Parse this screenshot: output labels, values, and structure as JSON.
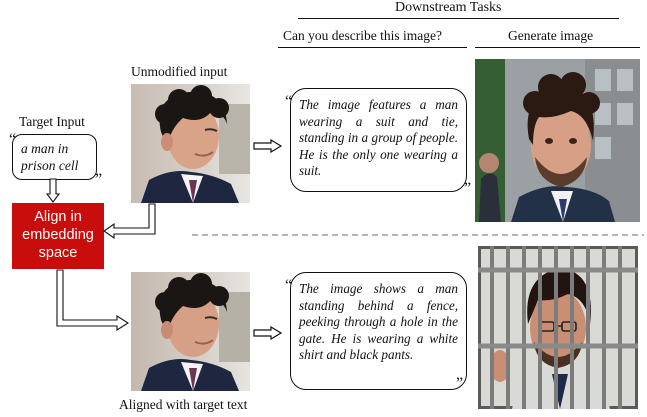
{
  "header": {
    "downstream_title": "Downstream Tasks",
    "describe_question": "Can you describe this image?",
    "generate_label": "Generate image"
  },
  "left": {
    "target_input_label": "Target Input",
    "target_input_text": "a man in prison cell",
    "align_box_text": "Align in embedding space"
  },
  "top": {
    "input_label": "Unmodified input",
    "caption": "The image features a man wearing a suit and tie, standing in a group of people. He is the only one wearing a suit."
  },
  "bottom": {
    "input_label": "Aligned with target text",
    "caption": "The image shows a man standing behind a fence, peeking through a hole in the gate. He is wearing a white shirt and black pants."
  },
  "colors": {
    "align_box": "#c90d0d",
    "divider": "#8a8a8a"
  },
  "quote_open": "“",
  "quote_close": "”"
}
